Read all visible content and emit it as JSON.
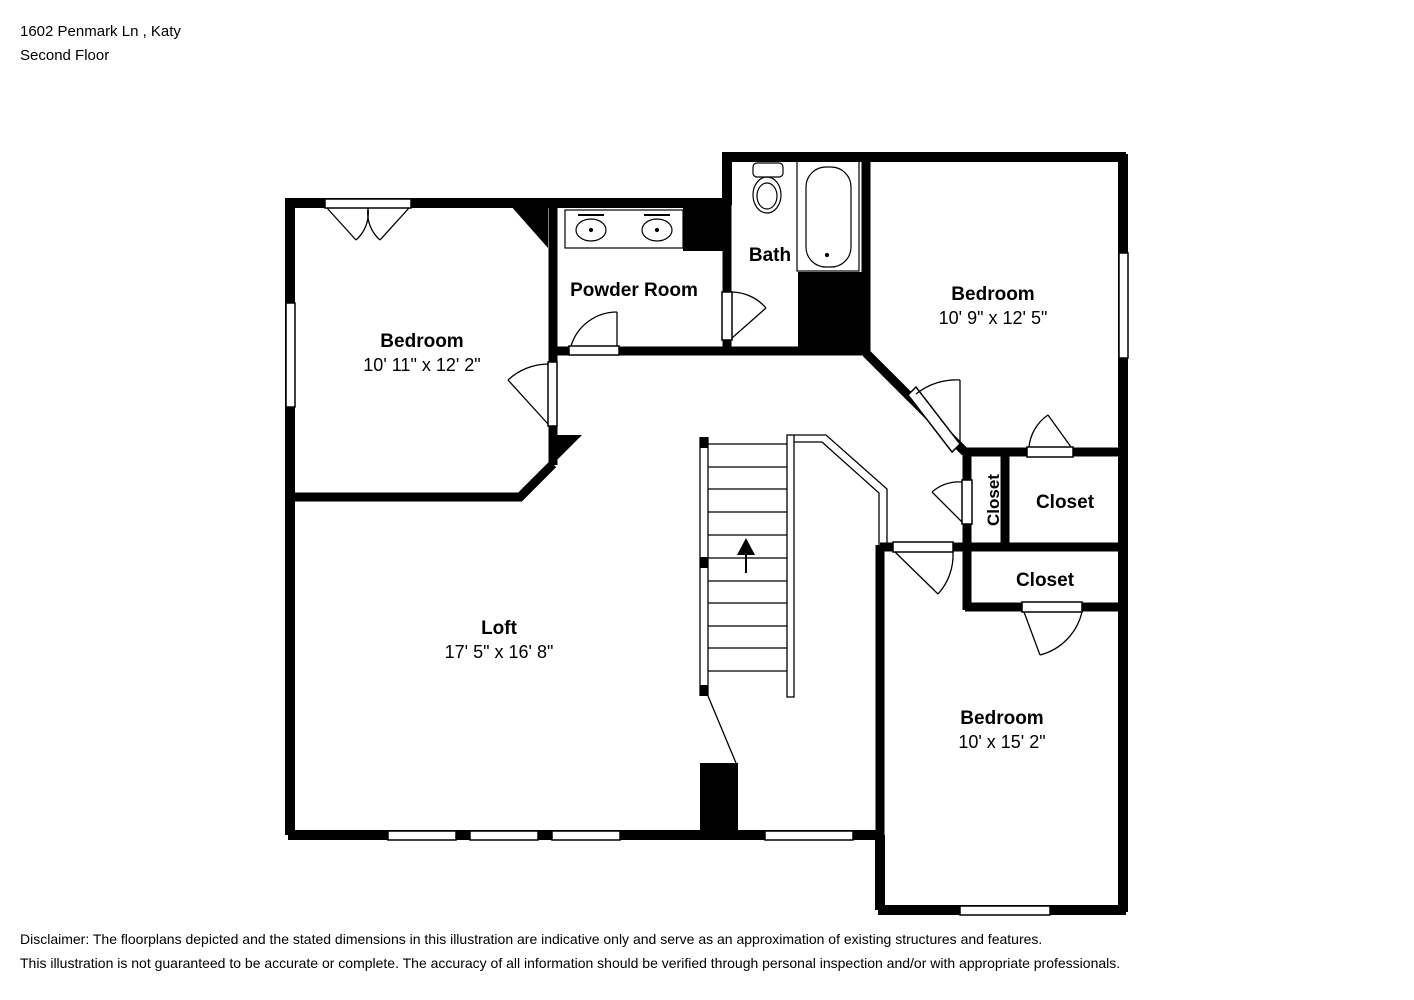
{
  "header": {
    "address": "1602 Penmark Ln , Katy",
    "floor": "Second Floor"
  },
  "rooms": {
    "bedroom_left": {
      "name": "Bedroom",
      "dims": "10' 11\" x 12' 2\""
    },
    "powder_room": {
      "name": "Powder Room"
    },
    "bath": {
      "name": "Bath"
    },
    "bedroom_right": {
      "name": "Bedroom",
      "dims": "10' 9\" x 12' 5\""
    },
    "closet_vertical": {
      "name": "Closet"
    },
    "closet_right": {
      "name": "Closet"
    },
    "closet_lower": {
      "name": "Closet"
    },
    "loft": {
      "name": "Loft",
      "dims": "17' 5\" x 16' 8\""
    },
    "bedroom_bottom": {
      "name": "Bedroom",
      "dims": "10' x 15' 2\""
    }
  },
  "disclaimer": {
    "line1": "Disclaimer: The floorplans depicted and the stated dimensions in this illustration are indicative only and serve as an approximation of existing structures and features.",
    "line2": "This illustration is not guaranteed to be accurate or complete. The accuracy of all information should be verified through personal inspection and/or with appropriate professionals."
  }
}
